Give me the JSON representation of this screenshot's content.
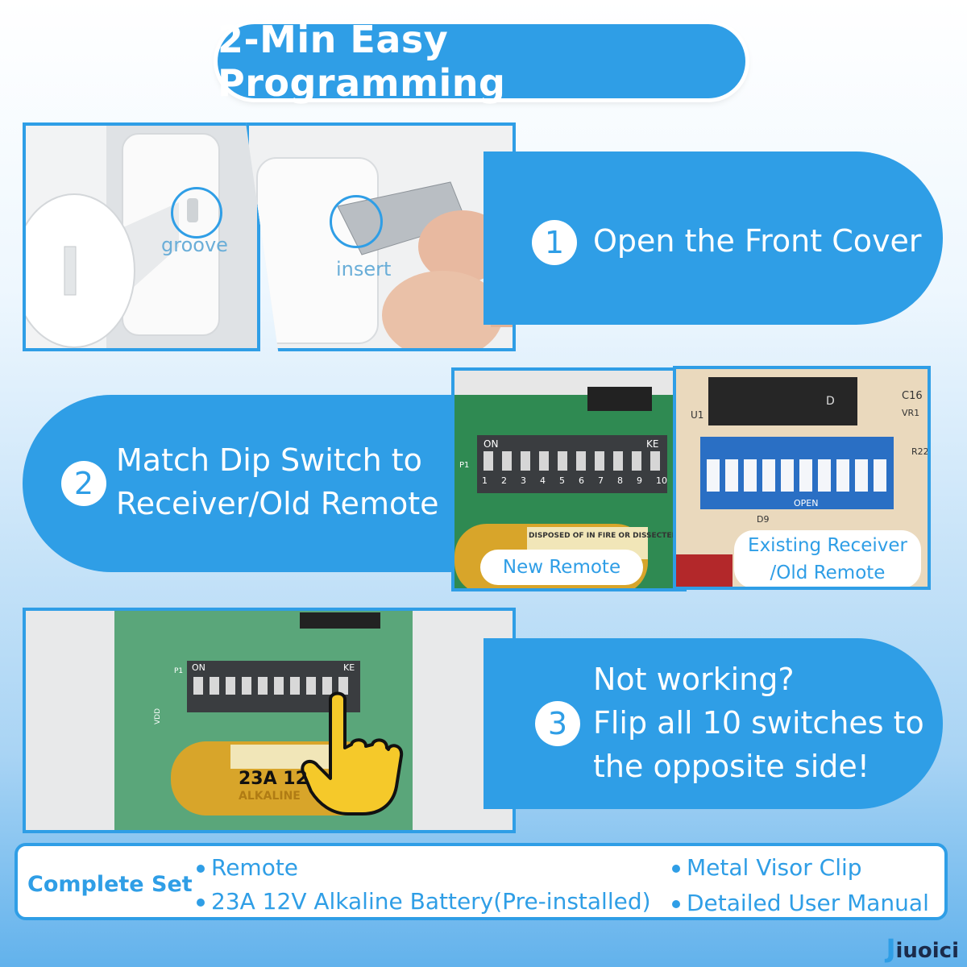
{
  "title": "2-Min Easy Programming",
  "steps": [
    {
      "number": "1",
      "text": "Open the Front Cover"
    },
    {
      "number": "2",
      "line1": "Match Dip Switch to",
      "line2": "Receiver/Old Remote"
    },
    {
      "number": "3",
      "line1": "Not working?",
      "line2": "Flip all 10 switches to",
      "line3": "the opposite side!"
    }
  ],
  "photo_captions": {
    "groove": "groove",
    "insert": "insert",
    "new_remote": "New Remote",
    "existing_line1": "Existing Receiver",
    "existing_line2": "/Old Remote"
  },
  "pcb_labels": {
    "on": "ON",
    "ke": "KE",
    "p1": "P1",
    "vdd": "VDD",
    "open": "OPEN",
    "c16": "C16",
    "vr1": "VR1",
    "r22": "R22",
    "u1": "U1",
    "d9": "D9",
    "d": "D",
    "switch_numbers": [
      "1",
      "2",
      "3",
      "4",
      "5",
      "6",
      "7",
      "8",
      "9",
      "10"
    ],
    "battery_model": "23A 12",
    "battery_type": "ALKALINE",
    "battery_note": "DISPOSED OF IN FIRE OR DISSECTED."
  },
  "complete_set": {
    "label": "Complete Set",
    "items_left": [
      "Remote",
      "23A 12V Alkaline Battery(Pre-installed)"
    ],
    "items_right": [
      "Metal Visor Clip",
      "Detailed User Manual"
    ]
  },
  "brand": {
    "initial": "J",
    "rest": "iuoici"
  },
  "colors": {
    "accent": "#2f9ee6",
    "pcb_green": "#2f8a52",
    "switch_blue": "#2a6fc4",
    "battery_gold": "#d8a52a"
  },
  "icons": [
    "hand-pointer-icon"
  ]
}
